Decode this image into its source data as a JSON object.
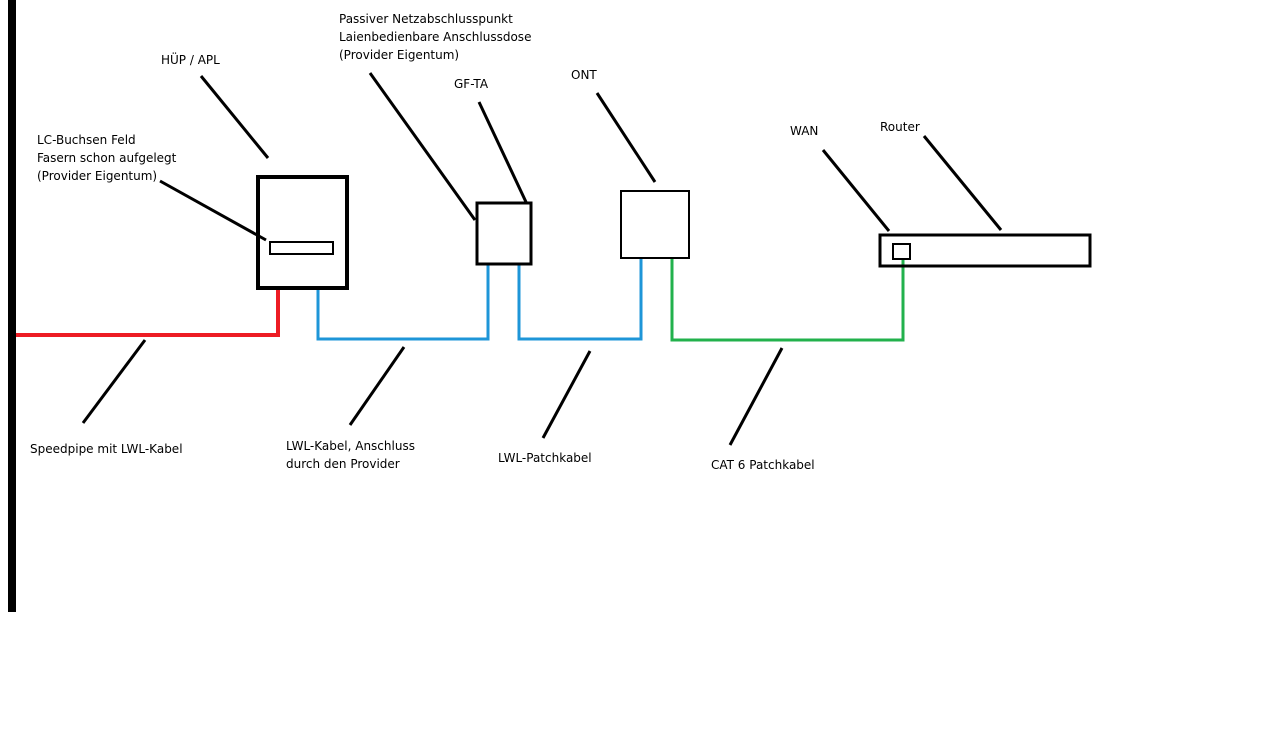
{
  "colors": {
    "red_cable": "#ed1c24",
    "blue_cable": "#1e96d8",
    "green_cable": "#22b14c",
    "black": "#000000",
    "background": "#ffffff"
  },
  "labels": {
    "huep_apl": "HÜP / APL",
    "lc_buchsen": [
      "LC-Buchsen Feld",
      "Fasern schon aufgelegt",
      "(Provider Eigentum)"
    ],
    "passiver_nap": [
      "Passiver Netzabschlusspunkt",
      "Laienbedienbare Anschlussdose",
      "(Provider Eigentum)"
    ],
    "gf_ta": "GF-TA",
    "ont": "ONT",
    "wan": "WAN",
    "router": "Router",
    "speedpipe": "Speedpipe mit LWL-Kabel",
    "lwl_kabel": [
      "LWL-Kabel, Anschluss",
      "durch den Provider"
    ],
    "lwl_patchkabel": "LWL-Patchkabel",
    "cat6": "CAT 6 Patchkabel"
  }
}
